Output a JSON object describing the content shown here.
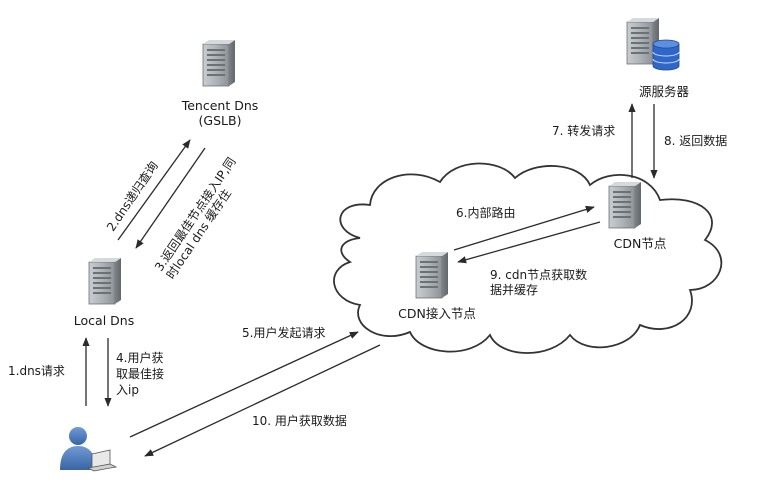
{
  "nodes": {
    "tencent_dns": [
      "Tencent Dns",
      "(GSLB)"
    ],
    "local_dns": "Local Dns",
    "origin_server": "源服务器",
    "cdn_node": "CDN节点",
    "cdn_access_node": "CDN接入节点"
  },
  "steps": {
    "s1": "1.dns请求",
    "s2": "2.dns递归查询",
    "s3": [
      "3.返回最佳节点接入IP,同",
      "时local dns 缓存住"
    ],
    "s4": [
      "4.用户获",
      "取最佳接",
      "入ip"
    ],
    "s5": "5.用户发起请求",
    "s6": "6.内部路由",
    "s7": "7. 转发请求",
    "s8": "8. 返回数据",
    "s9": [
      "9. cdn节点获取数",
      "据并缓存"
    ],
    "s10": "10. 用户获取数据"
  },
  "colors": {
    "arrow": "#2b2b2b",
    "cloud_stroke": "#333333",
    "server_body": "#9ea3a8",
    "database": "#2f66c8",
    "user": "#4a78b8"
  },
  "icons": [
    "server-icon",
    "database-icon",
    "user-icon",
    "laptop-icon",
    "cloud-shape"
  ]
}
